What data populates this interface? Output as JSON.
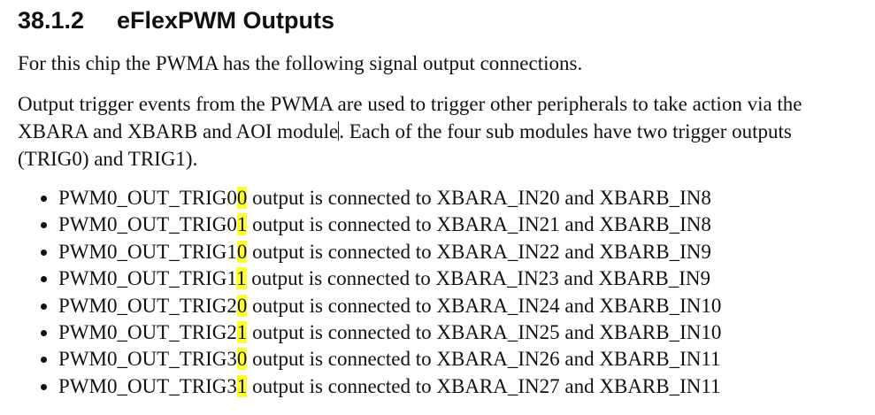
{
  "section": {
    "number": "38.1.2",
    "title": "eFlexPWM Outputs"
  },
  "paragraphs": {
    "intro": "For this chip the PWMA has the following signal output connections.",
    "trigger_before_caret": "Output trigger events from the PWMA are used to trigger other peripherals to take action via the XBARA and XBARB and AOI module",
    "trigger_after_caret": ". Each of the four sub modules have two trigger outputs (TRIG0) and TRIG1)."
  },
  "bullets": [
    {
      "signal_prefix": "PWM0_OUT_TRIG0",
      "signal_digit": "0",
      "text": " output is connected to XBARA_IN20 and XBARB_IN8"
    },
    {
      "signal_prefix": "PWM0_OUT_TRIG0",
      "signal_digit": "1",
      "text": " output is connected to XBARA_IN21 and XBARB_IN8"
    },
    {
      "signal_prefix": "PWM0_OUT_TRIG1",
      "signal_digit": "0",
      "text": " output is connected to XBARA_IN22 and XBARB_IN9"
    },
    {
      "signal_prefix": "PWM0_OUT_TRIG1",
      "signal_digit": "1",
      "text": " output is connected to XBARA_IN23 and XBARB_IN9"
    },
    {
      "signal_prefix": "PWM0_OUT_TRIG2",
      "signal_digit": "0",
      "text": " output is connected to XBARA_IN24 and XBARB_IN10"
    },
    {
      "signal_prefix": "PWM0_OUT_TRIG2",
      "signal_digit": "1",
      "text": " output is connected to XBARA_IN25 and XBARB_IN10"
    },
    {
      "signal_prefix": "PWM0_OUT_TRIG3",
      "signal_digit": "0",
      "text": " output is connected to XBARA_IN26 and XBARB_IN11"
    },
    {
      "signal_prefix": "PWM0_OUT_TRIG3",
      "signal_digit": "1",
      "text": " output is connected to XBARA_IN27 and XBARB_IN11"
    }
  ],
  "colors": {
    "highlight": "#ffff2a",
    "text": "#111111",
    "background": "#ffffff"
  }
}
